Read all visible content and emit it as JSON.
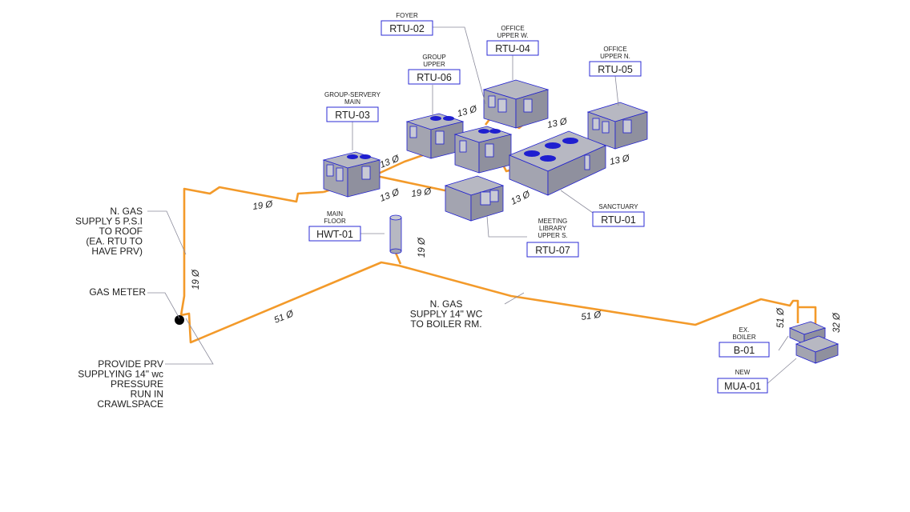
{
  "equipment": [
    {
      "tag": "RTU-02",
      "label": "FOYER"
    },
    {
      "tag": "RTU-04",
      "label": "OFFICE\nUPPER W."
    },
    {
      "tag": "RTU-05",
      "label": "OFFICE\nUPPER N."
    },
    {
      "tag": "RTU-06",
      "label": "GROUP\nUPPER"
    },
    {
      "tag": "RTU-03",
      "label": "GROUP-SERVERY\nMAIN"
    },
    {
      "tag": "RTU-01",
      "label": "SANCTUARY"
    },
    {
      "tag": "RTU-07",
      "label": "MEETING\nLIBRARY\nUPPER S."
    },
    {
      "tag": "HWT-01",
      "label": "MAIN\nFLOOR"
    },
    {
      "tag": "B-01",
      "label": "EX.\nBOILER"
    },
    {
      "tag": "MUA-01",
      "label": "NEW"
    }
  ],
  "notes": {
    "supply_roof": "N. GAS\nSUPPLY 5 P.S.I\nTO ROOF\n(EA. RTU TO\nHAVE PRV)",
    "gas_meter": "GAS METER",
    "prv": "PROVIDE PRV\nSUPPLYING 14\" wc\nPRESSURE\nRUN IN\nCRAWLSPACE",
    "supply_boiler": "N. GAS\nSUPPLY 14\" WC\nTO BOILER RM."
  },
  "pipe_sizes": [
    "19 Ø",
    "19 Ø",
    "19 Ø",
    "19 Ø",
    "13 Ø",
    "13 Ø",
    "13 Ø",
    "13 Ø",
    "13 Ø",
    "13 Ø",
    "51 Ø",
    "51 Ø",
    "51 Ø",
    "32 Ø"
  ],
  "colors": {
    "pipe": "#f39a2a",
    "equipment_outline": "#1f1fd0",
    "tag_border": "#2b2bd6"
  }
}
